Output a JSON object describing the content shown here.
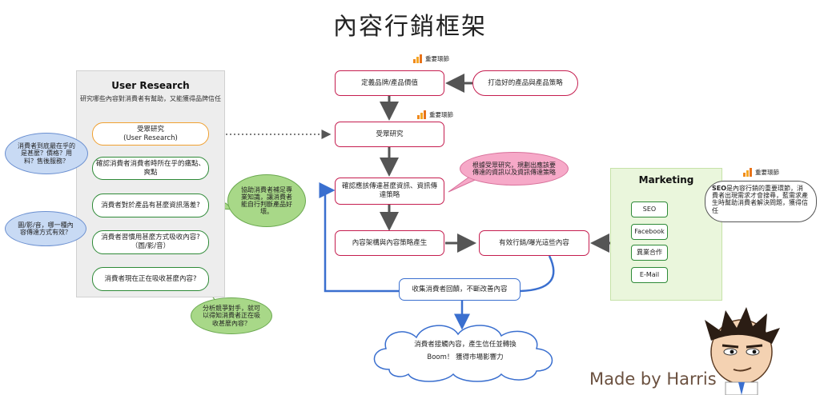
{
  "title": "內容行銷框架",
  "important_label": "重要環節",
  "user_research": {
    "heading": "User Research",
    "subheading": "研究哪些內容對消費者有幫助，又能獲得品牌信任",
    "steps": [
      "受眾研究\n(User Research)",
      "確認消費者消費者時所在乎的痛點、爽點",
      "消費者對於產品有甚麼資訊落差?",
      "消費者習慣用甚麼方式吸收內容?（圖/影/音）",
      "消費者現在正在吸收甚麼內容?"
    ]
  },
  "left_bubbles": [
    "消費者到底最在乎的是甚麼？價格？用料？售後服務？",
    "圖/影/音，哪一種內容傳達方式有效？"
  ],
  "green_bubbles": [
    "協助消費者補足專業知識，讓消費者能自行判斷產品好壞。",
    "分析競爭對手，就可以得知消費者正在吸收甚麼內容？"
  ],
  "flow": {
    "define": "定義品牌/產品價值",
    "strategy": "打造好的產品與產品策略",
    "audience": "受眾研究",
    "confirm": "確認應該傳達甚麼資訊、資訊傳達策略",
    "content": "內容架構與內容策略產生",
    "marketing": "有效行銷/曝光這些內容",
    "feedback": "收集消費者回饋，不斷改善內容"
  },
  "pink_bubble": "根據受眾研究，規劃出應該要傳達的資訊以及資訊傳達策略",
  "marketing": {
    "heading": "Marketing",
    "items": [
      "SEO",
      "Facebook",
      "異業合作",
      "E-Mail"
    ],
    "seo_note_bold": "SEO",
    "seo_note": "是內容行銷的重要環節，消費者出現需求才會搜尋，藍需求產生時幫助消費者解決問題，獲得信任"
  },
  "cloud": {
    "line1": "消費者接觸內容，產生信任並轉換",
    "line2": "Boom！ 獲得市場影響力"
  },
  "credit": "Made by Harris",
  "colors": {
    "flow_border": "#c51d4f",
    "ur_border": "#2e8a37",
    "arrow": "#555555",
    "blue_arrow": "#3a6fcf",
    "pink": "#f6a9c8",
    "green": "#a8d888",
    "light_blue": "#c8daf4"
  },
  "icons": [
    "bar-chart-icon",
    "cartoon-mascot"
  ]
}
